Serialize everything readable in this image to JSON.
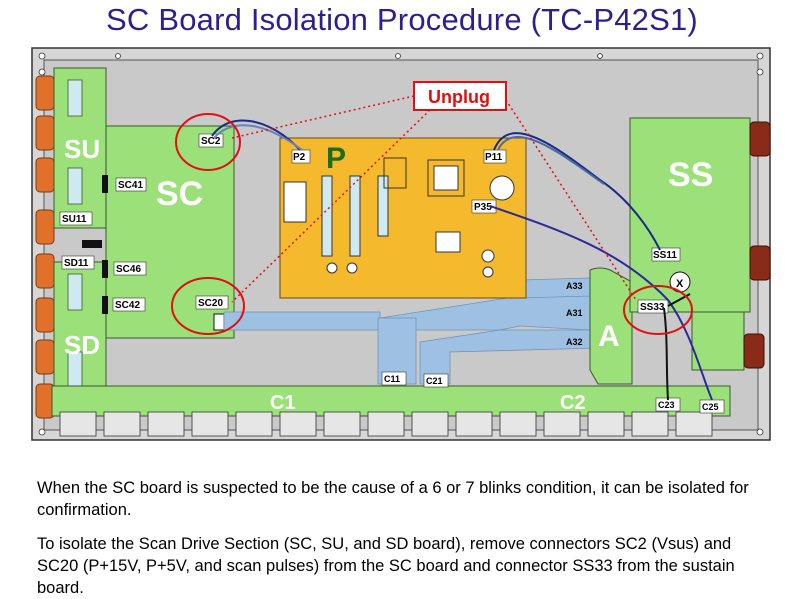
{
  "title": "SC Board Isolation Procedure (TC-P42S1)",
  "callout": "Unplug",
  "boards": {
    "su": "SU",
    "sc": "SC",
    "sd": "SD",
    "p": "P",
    "ss": "SS",
    "a": "A",
    "c1": "C1",
    "c2": "C2"
  },
  "connectors": {
    "sc2": "SC2",
    "sc20": "SC20",
    "sc41": "SC41",
    "sc46": "SC46",
    "sc42": "SC42",
    "su11": "SU11",
    "sd11": "SD11",
    "p2": "P2",
    "p11": "P11",
    "p35": "P35",
    "ss11": "SS11",
    "ss33": "SS33",
    "a33": "A33",
    "a31": "A31",
    "a32": "A32",
    "c11": "C11",
    "c21": "C21",
    "c23": "C23",
    "c25": "C25",
    "x": "X"
  },
  "paragraphs": [
    "When the SC board is suspected to be the cause of a 6 or 7 blinks condition, it can be isolated for confirmation.",
    "To isolate the Scan Drive Section (SC, SU, and SD board), remove connectors SC2 (Vsus) and SC20 (P+15V, P+5V, and scan pulses) from the SC board and connector SS33 from the sustain board."
  ],
  "colors": {
    "title": "#2e1f8f",
    "chassis": "#c8c8c8",
    "board_green": "#9be078",
    "board_yellow": "#f4b92c",
    "callout_red": "#e01010",
    "cable_blue": "#9ec1e3"
  }
}
